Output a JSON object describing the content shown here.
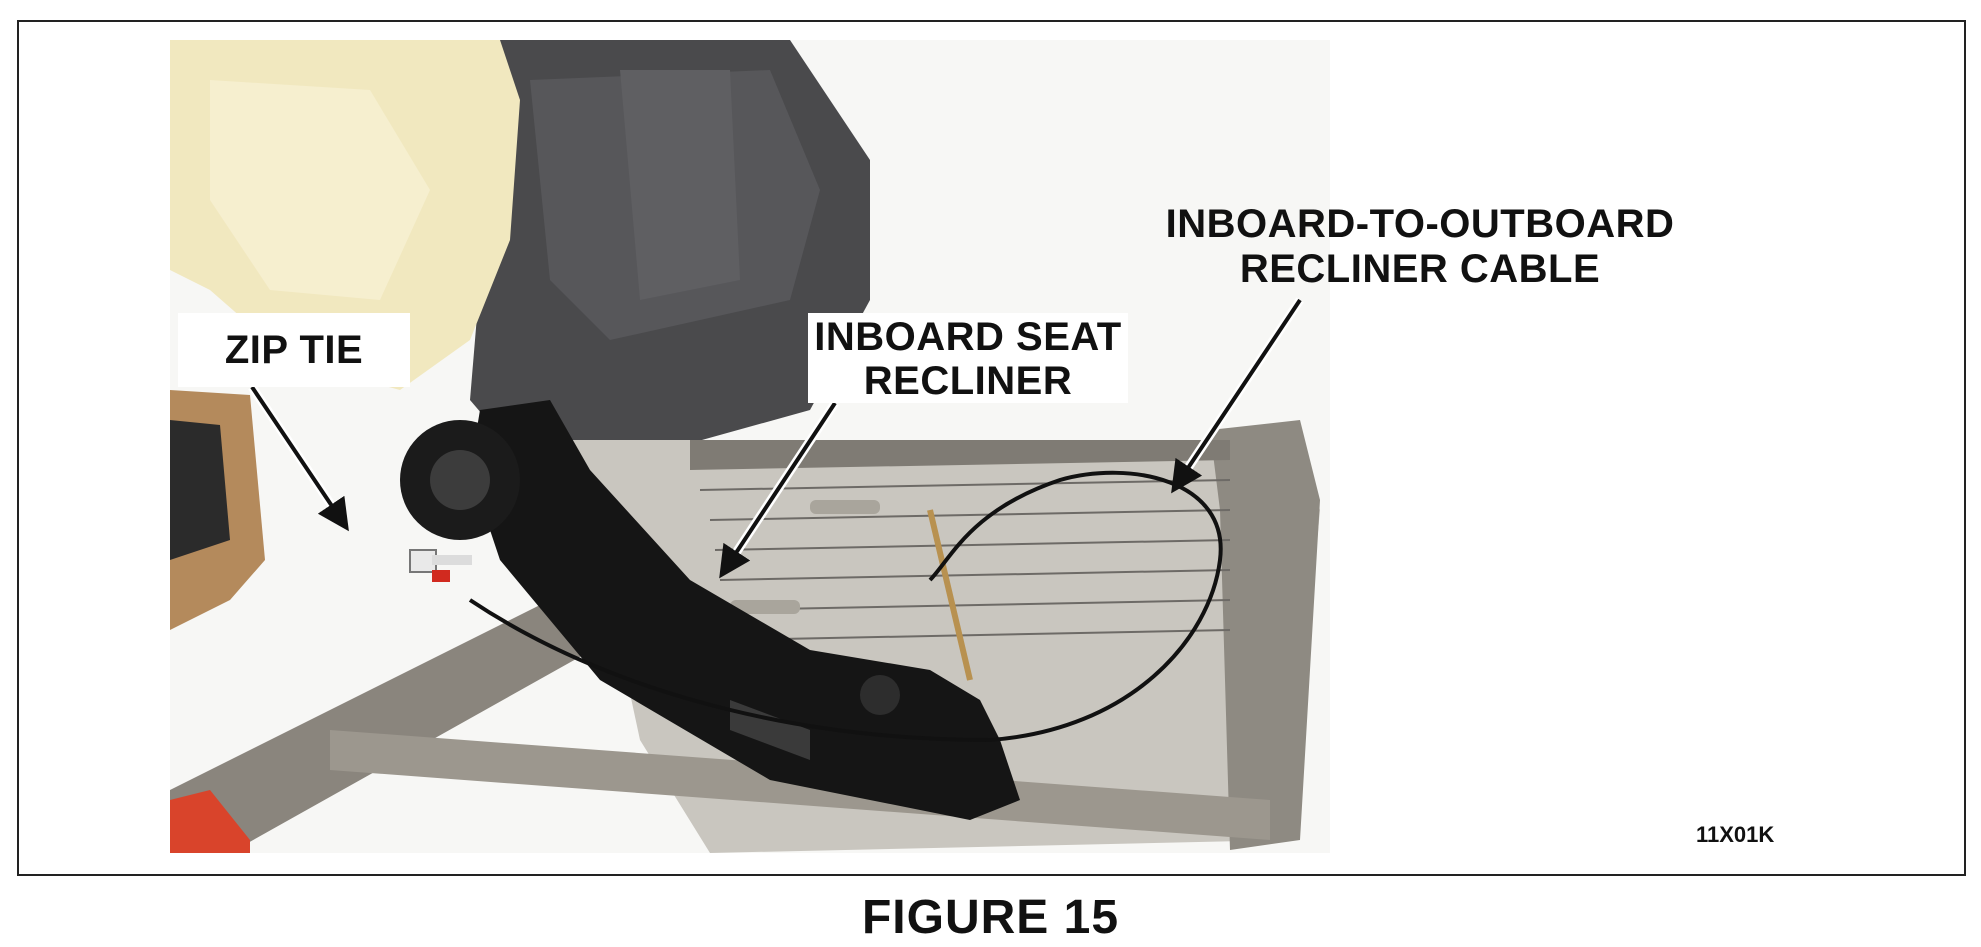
{
  "callouts": {
    "zip_tie": "ZIP TIE",
    "seat_recliner_line1": "INBOARD SEAT",
    "seat_recliner_line2": "RECLINER",
    "cable_line1": "INBOARD-TO-OUTBOARD",
    "cable_line2": "RECLINER CABLE"
  },
  "reference_code": "11X01K",
  "caption": "FIGURE 15",
  "colors": {
    "frame_border": "#222222",
    "text": "#111111",
    "seat_fabric": "#4a4a4c",
    "foam": "#f1e8bf",
    "metal_frame": "#8e8a82",
    "recliner_bracket": "#151515"
  },
  "icons": {
    "arrow": "callout-arrow"
  }
}
